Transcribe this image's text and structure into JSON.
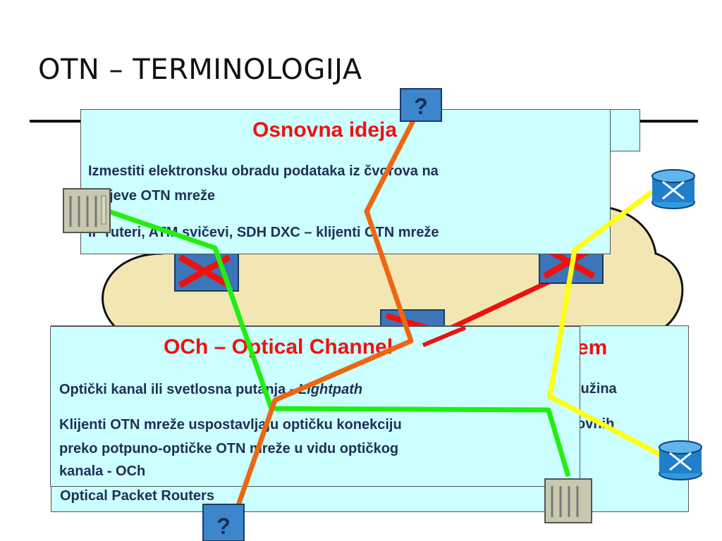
{
  "slide": {
    "title": "OTN – TERMINOLOGIJA"
  },
  "box_top": {
    "heading": "Osnovna ideja",
    "line1": "Izmestiti elektronsku obradu podataka iz čvorova na",
    "line2": "krajeve OTN mreže",
    "line3": "IP ruteri, ATM svičevi, SDH DXC – klijenti OTN mreže"
  },
  "box_back": {
    "heading_tail": "em",
    "line1_tail": "lužina",
    "line2_tail": "ovnih",
    "bottom_line": "Optical Packet Routers"
  },
  "box_front": {
    "heading": "OCh – Optical Channel",
    "line1_prefix": "Optički kanal ili svetlosna putanja - ",
    "line1_italic": "Lightpath",
    "line2": "Klijenti OTN mreže uspostavljaju optičku konekciju",
    "line3": "preko potpuno-optičke OTN mreže u vidu optičkog",
    "line4": "kanala - OCh"
  },
  "icons": {
    "question_top": "?",
    "question_bottom": "?"
  },
  "colors": {
    "box_fill": "#ccffff",
    "heading": "#ee1111",
    "body_text": "#1f2f55",
    "cloud": "#f2e6b2",
    "green_path": "#22ee11",
    "orange_path": "#ee6611",
    "yellow_path": "#ffff11",
    "red_link": "#ee1111"
  }
}
